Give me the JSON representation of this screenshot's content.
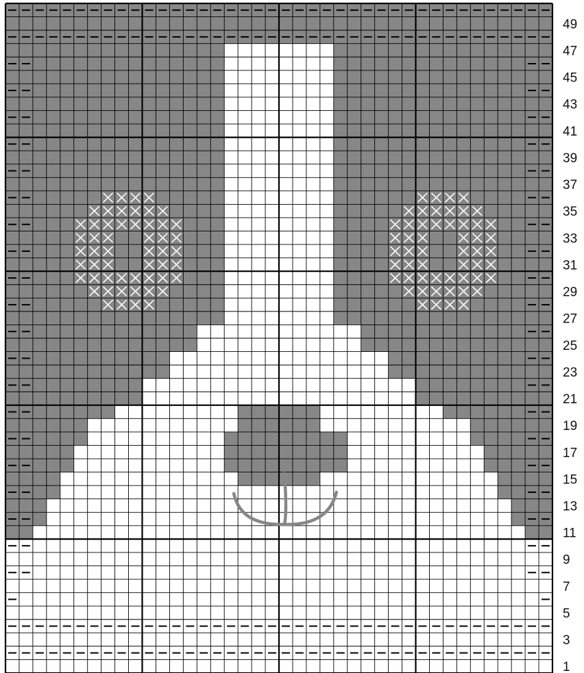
{
  "colors": {
    "main": "#878787",
    "contrast": "#ffffff",
    "grid_line": "#000000",
    "purl_mark": "#000000",
    "cross_stitch": "#ffffff",
    "embroidery": "#878787"
  },
  "chart_data": {
    "type": "knitting-chart",
    "columns": 40,
    "rows": 50,
    "row_numbering": "bottom-to-top",
    "row_labels": [
      "1",
      "3",
      "5",
      "7",
      "9",
      "11",
      "13",
      "15",
      "17",
      "19",
      "21",
      "23",
      "25",
      "27",
      "29",
      "31",
      "33",
      "35",
      "37",
      "39",
      "41",
      "43",
      "45",
      "47",
      "49"
    ],
    "shape_legend": "bands list rows (bottom=1) with inclusive column spans (left=1) of main color; all other cells are contrast color",
    "main_color_bands": [
      {
        "rows": [
          11,
          11
        ],
        "cols": [
          [
            1,
            2
          ],
          [
            39,
            40
          ]
        ]
      },
      {
        "rows": [
          12,
          13
        ],
        "cols": [
          [
            1,
            3
          ],
          [
            38,
            40
          ]
        ]
      },
      {
        "rows": [
          14,
          15
        ],
        "cols": [
          [
            1,
            4
          ],
          [
            37,
            40
          ]
        ]
      },
      {
        "rows": [
          16,
          17
        ],
        "cols": [
          [
            1,
            5
          ],
          [
            36,
            40
          ]
        ]
      },
      {
        "rows": [
          18,
          19
        ],
        "cols": [
          [
            1,
            6
          ],
          [
            35,
            40
          ]
        ]
      },
      {
        "rows": [
          20,
          20
        ],
        "cols": [
          [
            1,
            8
          ],
          [
            33,
            40
          ]
        ]
      },
      {
        "rows": [
          21,
          22
        ],
        "cols": [
          [
            1,
            10
          ],
          [
            31,
            40
          ]
        ]
      },
      {
        "rows": [
          23,
          24
        ],
        "cols": [
          [
            1,
            12
          ],
          [
            29,
            40
          ]
        ]
      },
      {
        "rows": [
          25,
          26
        ],
        "cols": [
          [
            1,
            14
          ],
          [
            27,
            40
          ]
        ]
      },
      {
        "rows": [
          27,
          47
        ],
        "cols": [
          [
            1,
            16
          ],
          [
            25,
            40
          ]
        ]
      },
      {
        "rows": [
          48,
          50
        ],
        "cols": [
          [
            1,
            40
          ]
        ]
      }
    ],
    "nose_bands": [
      {
        "rows": [
          15,
          15
        ],
        "cols": [
          [
            18,
            23
          ]
        ]
      },
      {
        "rows": [
          16,
          18
        ],
        "cols": [
          [
            17,
            25
          ]
        ]
      },
      {
        "rows": [
          19,
          20
        ],
        "cols": [
          [
            18,
            23
          ]
        ]
      }
    ],
    "purl_stitches": [
      {
        "rows": [
          2,
          2
        ],
        "cols": [
          1,
          40
        ]
      },
      {
        "rows": [
          4,
          4
        ],
        "cols": [
          1,
          40
        ]
      },
      {
        "rows": [
          6,
          46
        ],
        "cols": [
          1,
          1
        ],
        "every_other_row": true
      },
      {
        "rows": [
          6,
          46
        ],
        "cols": [
          40,
          40
        ],
        "every_other_row": true
      },
      {
        "rows": [
          8,
          46
        ],
        "cols": [
          2,
          2
        ],
        "every_other_row": true
      },
      {
        "rows": [
          8,
          46
        ],
        "cols": [
          39,
          39
        ],
        "every_other_row": true
      },
      {
        "rows": [
          48,
          48
        ],
        "cols": [
          1,
          40
        ]
      },
      {
        "rows": [
          50,
          50
        ],
        "cols": [
          1,
          40
        ]
      }
    ],
    "eyes": [
      {
        "name": "left-eye",
        "cross_stitch_rows": [
          {
            "row": 36,
            "cols": [
              8,
              9,
              10,
              11
            ]
          },
          {
            "row": 35,
            "cols": [
              7,
              8,
              9,
              10,
              11,
              12
            ]
          },
          {
            "row": 34,
            "cols": [
              6,
              7,
              8,
              9,
              10,
              11,
              12,
              13
            ]
          },
          {
            "row": 33,
            "cols": [
              6,
              7,
              8,
              11,
              12,
              13
            ]
          },
          {
            "row": 32,
            "cols": [
              6,
              7,
              8,
              11,
              12,
              13
            ]
          },
          {
            "row": 31,
            "cols": [
              6,
              7,
              8,
              11,
              12,
              13
            ]
          },
          {
            "row": 30,
            "cols": [
              6,
              7,
              8,
              9,
              10,
              11,
              12,
              13
            ]
          },
          {
            "row": 29,
            "cols": [
              7,
              8,
              9,
              10,
              11,
              12
            ]
          },
          {
            "row": 28,
            "cols": [
              8,
              9,
              10,
              11
            ]
          }
        ]
      },
      {
        "name": "right-eye",
        "cross_stitch_rows": [
          {
            "row": 36,
            "cols": [
              31,
              32,
              33,
              34
            ]
          },
          {
            "row": 35,
            "cols": [
              30,
              31,
              32,
              33,
              34,
              35
            ]
          },
          {
            "row": 34,
            "cols": [
              29,
              30,
              31,
              32,
              33,
              34,
              35,
              36
            ]
          },
          {
            "row": 33,
            "cols": [
              29,
              30,
              31,
              34,
              35,
              36
            ]
          },
          {
            "row": 32,
            "cols": [
              29,
              30,
              31,
              34,
              35,
              36
            ]
          },
          {
            "row": 31,
            "cols": [
              29,
              30,
              31,
              34,
              35,
              36
            ]
          },
          {
            "row": 30,
            "cols": [
              29,
              30,
              31,
              32,
              33,
              34,
              35,
              36
            ]
          },
          {
            "row": 29,
            "cols": [
              30,
              31,
              32,
              33,
              34,
              35
            ]
          },
          {
            "row": 28,
            "cols": [
              31,
              32,
              33,
              34
            ]
          }
        ]
      }
    ],
    "mouth": {
      "stitch": "embroidered backstitch",
      "path_in_grid_units": [
        {
          "from": [
            16.7,
            13.4
          ],
          "via": [
            17.2,
            11.0
          ],
          "to": [
            20.4,
            11.1
          ]
        },
        {
          "from": [
            20.4,
            14.9
          ],
          "via": [
            20.6,
            12.0
          ],
          "to": [
            20.4,
            11.1
          ]
        },
        {
          "from": [
            20.4,
            11.1
          ],
          "via": [
            23.6,
            11.0
          ],
          "to": [
            24.2,
            13.5
          ]
        }
      ]
    }
  }
}
